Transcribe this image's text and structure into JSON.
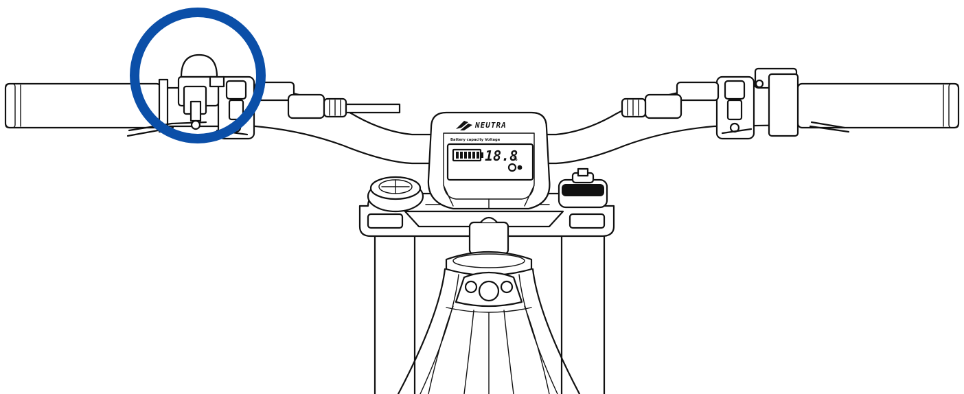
{
  "display": {
    "brand": "NEUTRA",
    "caption": "Battery capacity Voltage",
    "reading": "18.8",
    "unit": "%"
  },
  "highlight": {
    "target": "bell",
    "color": "#0b4fa8"
  },
  "colors": {
    "line": "#111111",
    "background": "#ffffff"
  }
}
